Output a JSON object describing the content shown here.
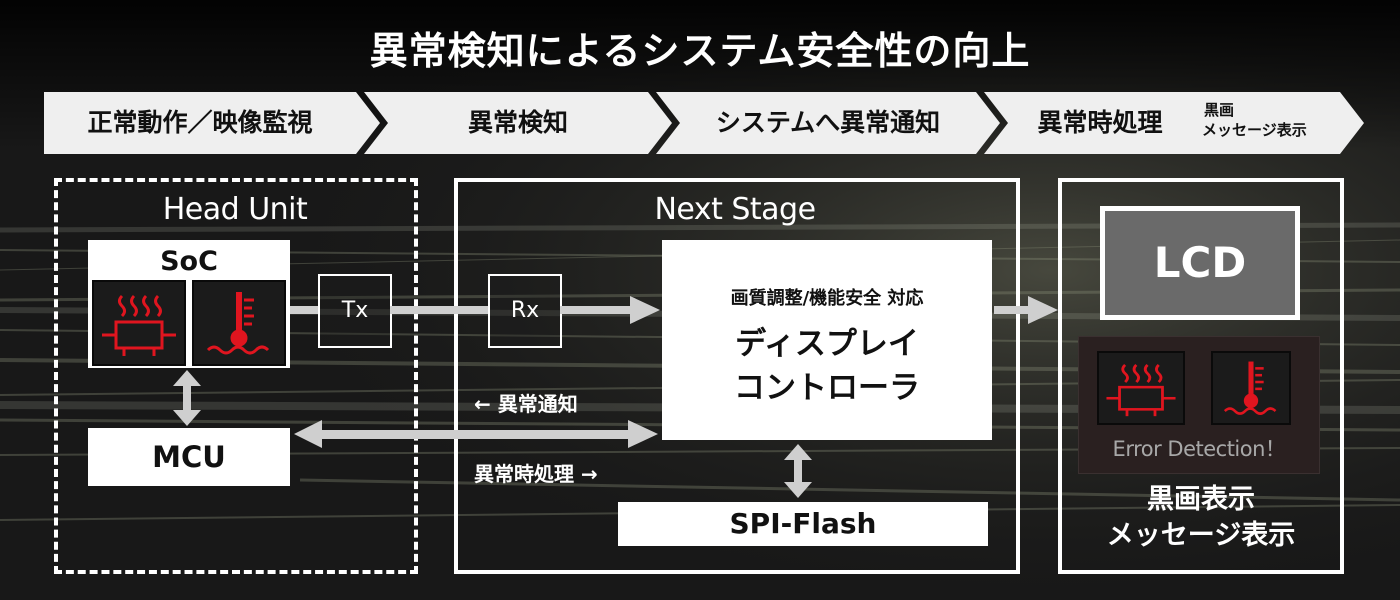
{
  "title": "異常検知によるシステム安全性の向上",
  "steps": [
    {
      "label": "正常動作／映像監視"
    },
    {
      "label": "異常検知"
    },
    {
      "label": "システムへ異常通知"
    },
    {
      "label": "異常時処理",
      "sub": [
        "黒画",
        "メッセージ表示"
      ]
    }
  ],
  "head_unit": {
    "title": "Head Unit",
    "soc": {
      "label": "SoC",
      "icons": [
        "overheat-chip-icon",
        "thermometer-icon"
      ]
    },
    "mcu": {
      "label": "MCU"
    },
    "tx": {
      "label": "Tx"
    }
  },
  "next_stage": {
    "title": "Next Stage",
    "rx": {
      "label": "Rx"
    },
    "display_controller": {
      "subtitle": "画質調整/機能安全 対応",
      "line1": "ディスプレイ",
      "line2": "コントローラ"
    },
    "spi_flash": {
      "label": "SPI-Flash"
    },
    "notify_label": "← 異常通知",
    "handling_label": "異常時処理 →"
  },
  "lcd_panel": {
    "lcd": {
      "label": "LCD"
    },
    "error": {
      "text": "Error Detection！",
      "icons": [
        "overheat-chip-icon",
        "thermometer-icon"
      ]
    },
    "caption": [
      "黒画表示",
      "メッセージ表示"
    ]
  },
  "colors": {
    "background": "#141414",
    "step_banner": "#efefef",
    "icon_red": "#e0151f",
    "arrow": "#cfcfcf",
    "lcd_fill": "#6a6a6a"
  }
}
